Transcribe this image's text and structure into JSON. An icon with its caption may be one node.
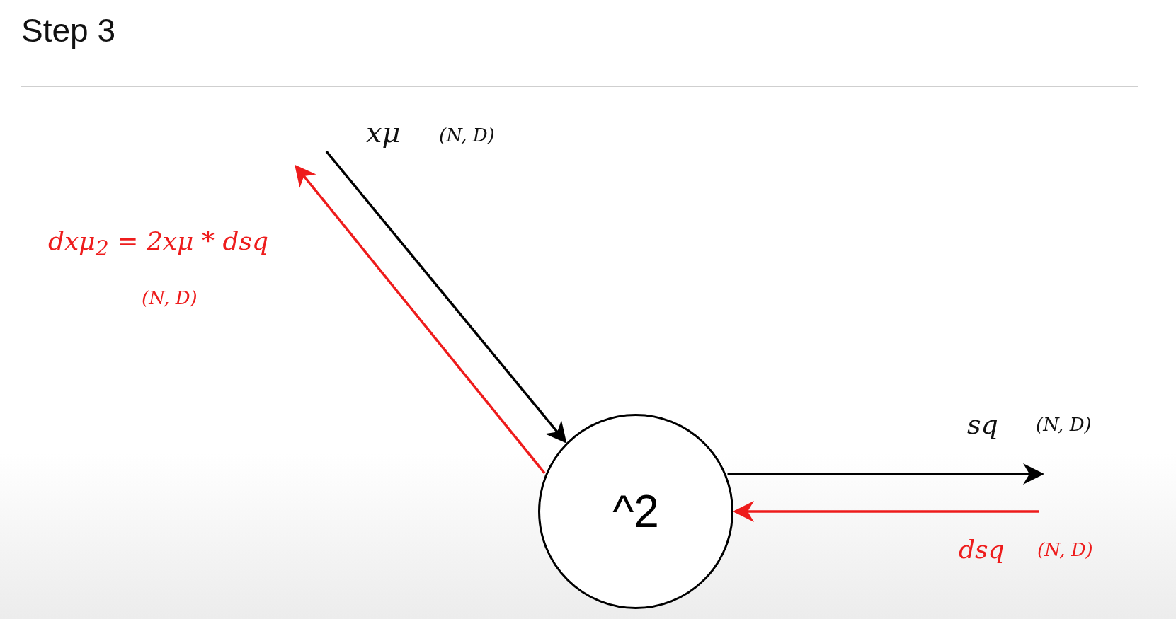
{
  "diagram": {
    "title": "Step 3",
    "nodes": [
      {
        "text": [
          "^2"
        ]
      },
      {
        "text": [
          "xμ",
          "(N, D)"
        ]
      },
      {
        "text": [
          "dxμ$_{2}$ = 2xμ * dsq",
          "(N, D)"
        ]
      },
      {
        "text": [
          "sq",
          "(N, D)"
        ]
      },
      {
        "text": [
          "dsq",
          "(N, D)"
        ]
      }
    ],
    "edges": [
      {
        "from": 1,
        "to": 0,
        "arrow": "to"
      },
      {
        "from": 0,
        "to": 2,
        "arrow": "to",
        "color": "#ee1c1c"
      },
      {
        "from": 0,
        "to": 3,
        "arrow": "to"
      },
      {
        "from": 4,
        "to": 0,
        "arrow": "to",
        "color": "#ee1c1c"
      }
    ]
  }
}
